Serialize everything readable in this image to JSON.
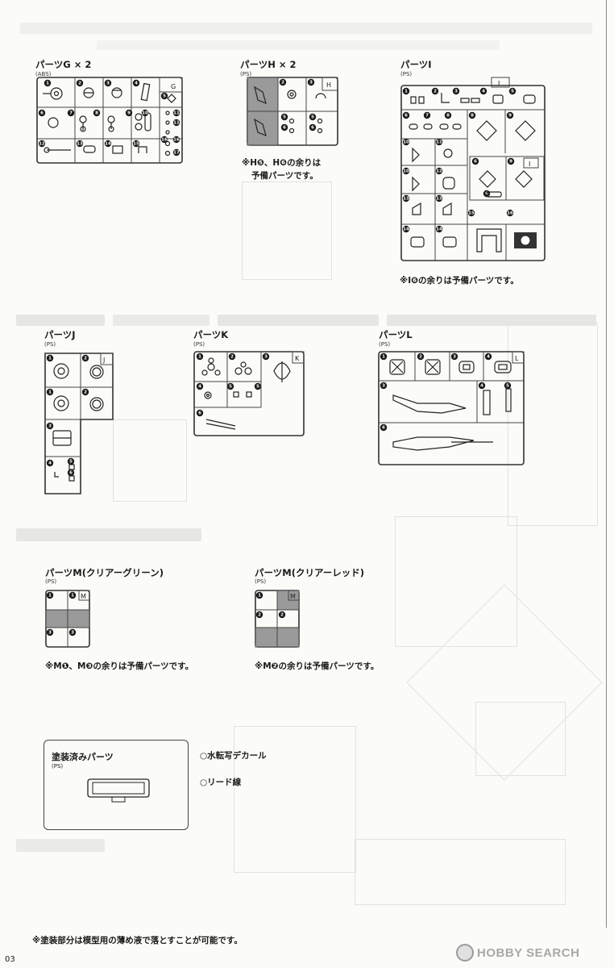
{
  "sections": {
    "g": {
      "title": "パーツG × 2",
      "material": "(ABS)",
      "letter": "G"
    },
    "h": {
      "title": "パーツH × 2",
      "material": "(PS)",
      "letter": "H",
      "note_line1": "※H❺、H❻の余りは",
      "note_line2": "予備パーツです。"
    },
    "i": {
      "title": "パーツI",
      "material": "(PS)",
      "letter": "I",
      "note": "※I❻の余りは予備パーツです。"
    },
    "j": {
      "title": "パーツJ",
      "material": "(PS)",
      "letter": "J"
    },
    "k": {
      "title": "パーツK",
      "material": "(PS)",
      "letter": "K"
    },
    "l": {
      "title": "パーツL",
      "material": "(PS)",
      "letter": "L"
    },
    "mg": {
      "title": "パーツM(クリアーグリーン)",
      "material": "(PS)",
      "letter": "M",
      "note": "※M❶、M❸の余りは予備パーツです。"
    },
    "mr": {
      "title": "パーツM(クリアーレッド)",
      "material": "(PS)",
      "letter": "M",
      "note": "※M❷の余りは予備パーツです。"
    },
    "painted": {
      "title": "塗装済みパーツ",
      "material": "(PS)"
    },
    "extras": {
      "decal": "○水転写デカール",
      "lead": "○リード線"
    }
  },
  "footer": {
    "note": "※塗装部分は模型用の薄め液で落とすことが可能です。",
    "page": "03"
  },
  "watermark": {
    "text": "HOBBY SEARCH"
  }
}
